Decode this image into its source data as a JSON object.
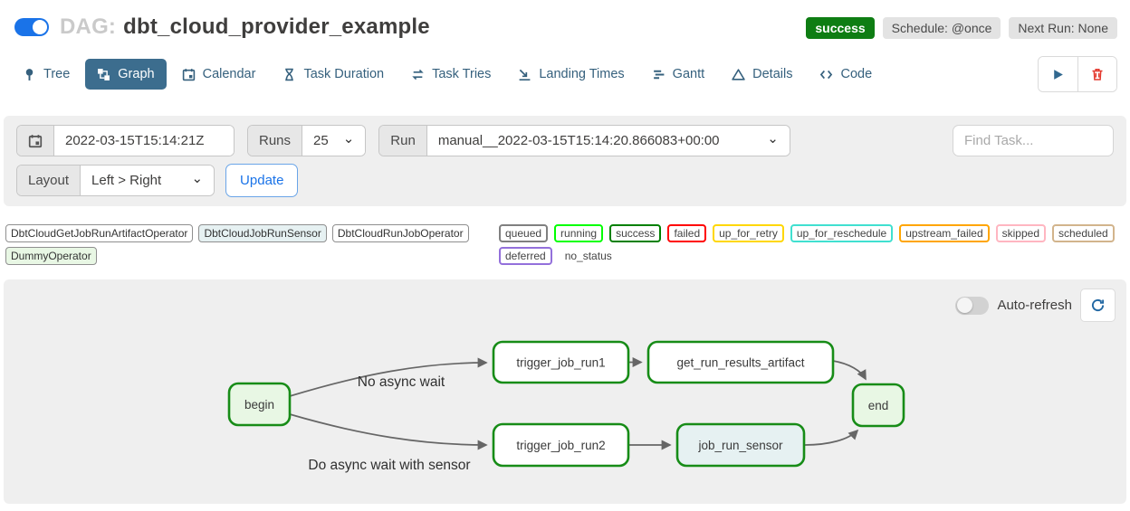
{
  "header": {
    "dag_prefix": "DAG:",
    "dag_name": "dbt_cloud_provider_example",
    "status_badge": "success",
    "schedule_badge": "Schedule: @once",
    "next_run_badge": "Next Run: None"
  },
  "tabs": [
    {
      "label": "Tree"
    },
    {
      "label": "Graph"
    },
    {
      "label": "Calendar"
    },
    {
      "label": "Task Duration"
    },
    {
      "label": "Task Tries"
    },
    {
      "label": "Landing Times"
    },
    {
      "label": "Gantt"
    },
    {
      "label": "Details"
    },
    {
      "label": "Code"
    }
  ],
  "filters": {
    "date_value": "2022-03-15T15:14:21Z",
    "runs_label": "Runs",
    "runs_value": "25",
    "run_label": "Run",
    "run_value": "manual__2022-03-15T15:14:20.866083+00:00",
    "find_task_placeholder": "Find Task...",
    "layout_label": "Layout",
    "layout_value": "Left > Right",
    "update_label": "Update"
  },
  "icons": {
    "chevron_down": "⌄"
  },
  "legend": {
    "operators": [
      {
        "name": "DbtCloudGetJobRunArtifactOperator",
        "bg": "#ffffff"
      },
      {
        "name": "DbtCloudJobRunSensor",
        "bg": "#e6f1f2"
      },
      {
        "name": "DbtCloudRunJobOperator",
        "bg": "#ffffff"
      },
      {
        "name": "DummyOperator",
        "bg": "#e8f7e4"
      }
    ],
    "statuses": [
      {
        "name": "queued",
        "border": "#808080"
      },
      {
        "name": "running",
        "border": "#00ff00"
      },
      {
        "name": "success",
        "border": "#008000"
      },
      {
        "name": "failed",
        "border": "#ff0000"
      },
      {
        "name": "up_for_retry",
        "border": "#ffd700"
      },
      {
        "name": "up_for_reschedule",
        "border": "#40e0d0"
      },
      {
        "name": "upstream_failed",
        "border": "#ffa500"
      },
      {
        "name": "skipped",
        "border": "#ffb6c1"
      },
      {
        "name": "scheduled",
        "border": "#d2b48c"
      },
      {
        "name": "deferred",
        "border": "#9370db"
      },
      {
        "name": "no_status",
        "border": "transparent"
      }
    ]
  },
  "graph": {
    "auto_refresh_label": "Auto-refresh",
    "edge_labels": [
      "No async wait",
      "Do async wait with sensor"
    ],
    "nodes": [
      {
        "id": "begin",
        "label": "begin",
        "fill": "#e8f7e4",
        "border": "#178c17"
      },
      {
        "id": "trigger_job_run1",
        "label": "trigger_job_run1",
        "fill": "#ffffff",
        "border": "#178c17"
      },
      {
        "id": "get_run_results_artifact",
        "label": "get_run_results_artifact",
        "fill": "#ffffff",
        "border": "#178c17"
      },
      {
        "id": "end",
        "label": "end",
        "fill": "#e8f7e4",
        "border": "#178c17"
      },
      {
        "id": "trigger_job_run2",
        "label": "trigger_job_run2",
        "fill": "#ffffff",
        "border": "#178c17"
      },
      {
        "id": "job_run_sensor",
        "label": "job_run_sensor",
        "fill": "#e6f1f2",
        "border": "#178c17"
      }
    ]
  },
  "colors": {
    "accent_blue": "#1a73e8",
    "active_tab_bg": "#3c6d8e",
    "success_green": "#0e7d13",
    "node_border_green": "#178c17"
  }
}
